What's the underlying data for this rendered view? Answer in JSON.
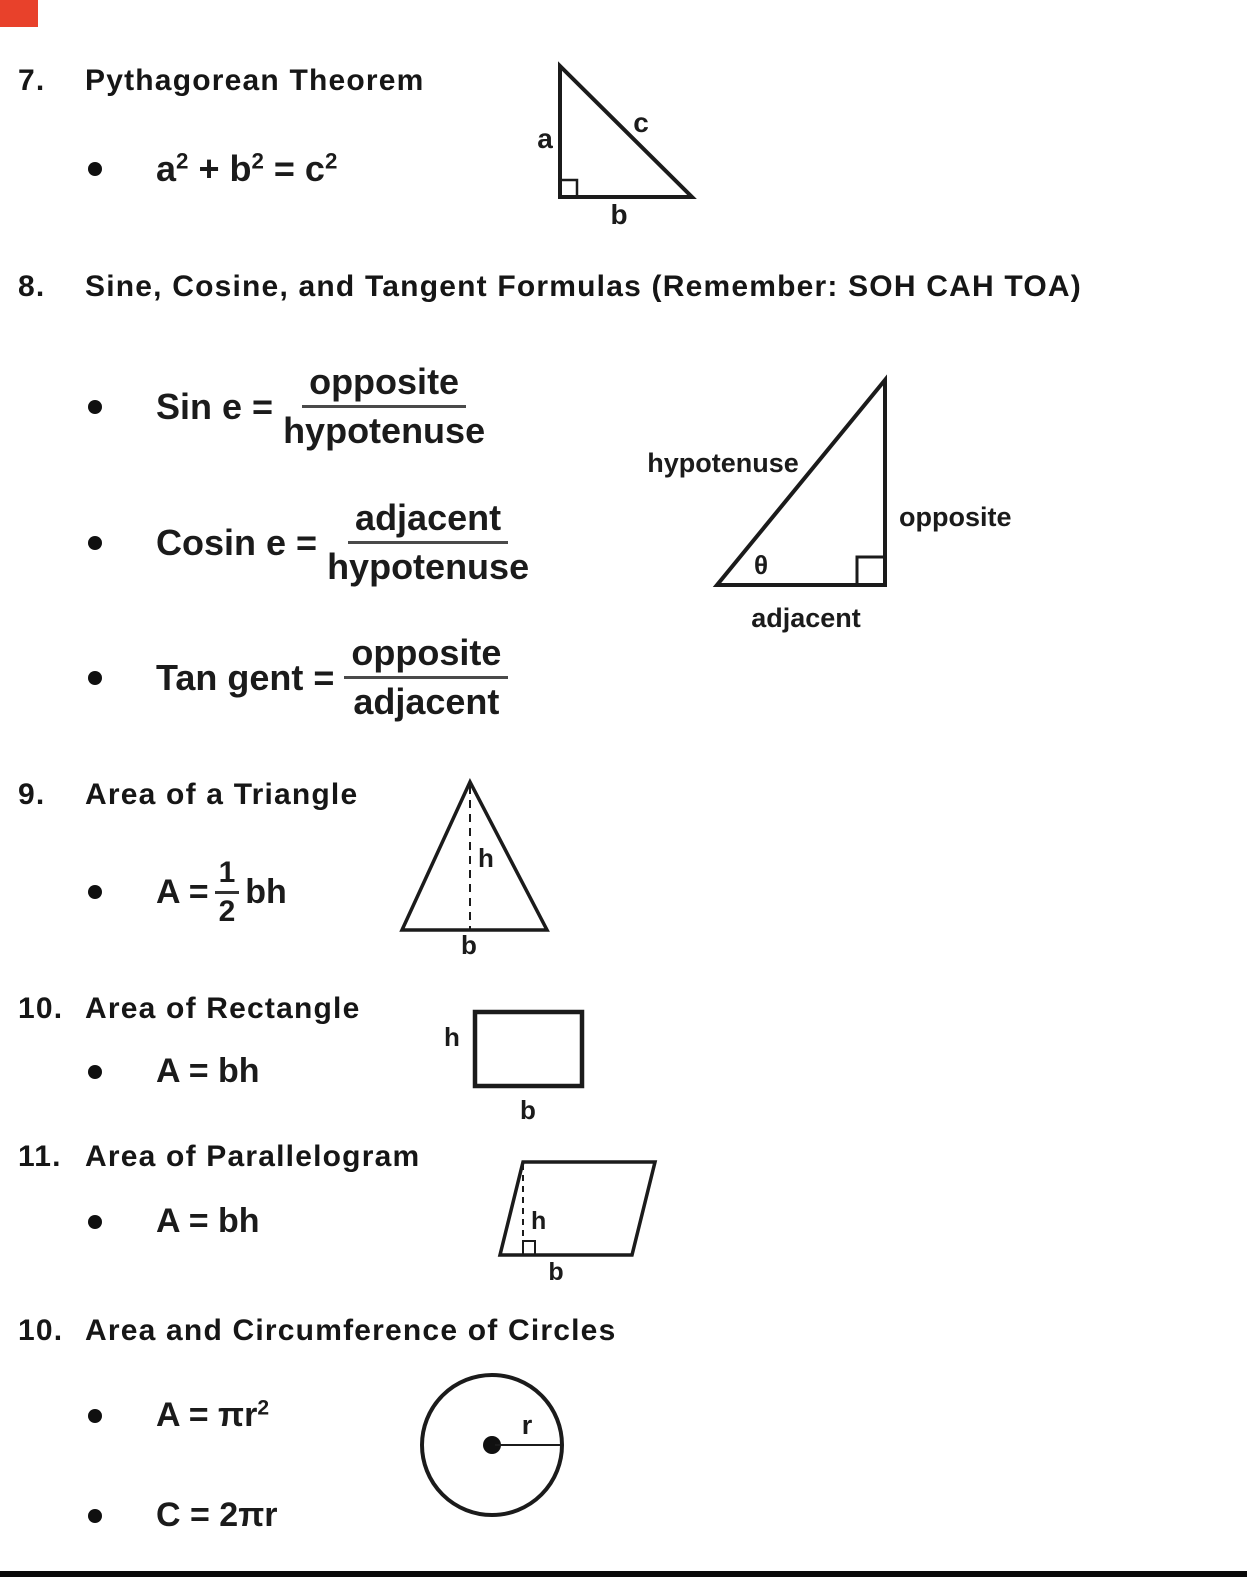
{
  "page": {
    "background": "#ffffff",
    "text_color": "#1b1b1b",
    "corner_mark_color": "#e8412b",
    "bottom_rule_color": "#0a0a0a"
  },
  "sections": {
    "pythagorean": {
      "number": "7.",
      "title": "Pythagorean Theorem",
      "formula_parts": [
        "a",
        "2",
        " + b",
        "2",
        " = c",
        "2"
      ],
      "diagram": {
        "side_a": "a",
        "side_b": "b",
        "side_c": "c"
      }
    },
    "trig": {
      "number": "8.",
      "title": "Sine, Cosine, and Tangent Formulas (Remember: SOH CAH TOA)",
      "formulas": [
        {
          "lhs": "Sin e =",
          "num": "opposite",
          "den": "hypotenuse"
        },
        {
          "lhs": "Cosin e =",
          "num": "adjacent",
          "den": "hypotenuse"
        },
        {
          "lhs": "Tan gent =",
          "num": "opposite",
          "den": "adjacent"
        }
      ],
      "diagram": {
        "hypotenuse": "hypotenuse",
        "opposite": "opposite",
        "adjacent": "adjacent",
        "angle": "θ"
      }
    },
    "triangle": {
      "number": "9.",
      "title": "Area of a Triangle",
      "formula": {
        "lhs": "A =",
        "num": "1",
        "den": "2",
        "rhs": "bh"
      },
      "diagram": {
        "height": "h",
        "base": "b"
      }
    },
    "rectangle": {
      "number": "10.",
      "title": "Area of Rectangle",
      "formula": "A = bh",
      "diagram": {
        "height": "h",
        "base": "b"
      }
    },
    "parallelogram": {
      "number": "11.",
      "title": "Area of Parallelogram",
      "formula": "A = bh",
      "diagram": {
        "height": "h",
        "base": "b"
      }
    },
    "circle": {
      "number": "10.",
      "title": "Area and Circumference of Circles",
      "area_formula_parts": [
        "A = πr",
        "2"
      ],
      "circumference_formula": "C = 2πr",
      "diagram": {
        "radius": "r"
      }
    }
  }
}
